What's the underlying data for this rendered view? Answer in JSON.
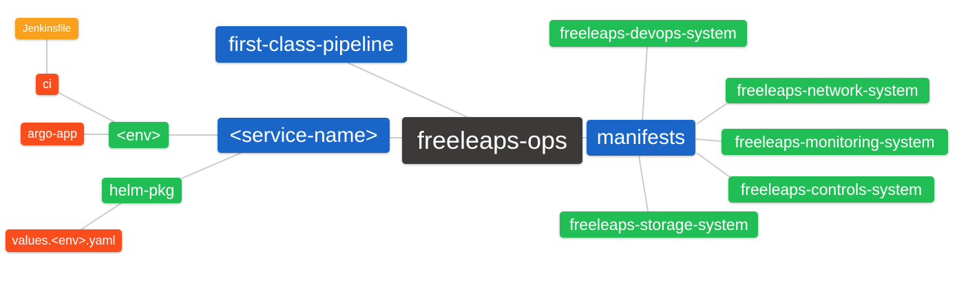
{
  "diagram": {
    "type": "mindmap",
    "root_label": "freeleaps-ops",
    "palette": {
      "root_bg": "#3c3938",
      "branch_bg": "#1966c8",
      "leaf_green_bg": "#20be55",
      "leaf_red_bg": "#f94d1d",
      "leaf_orange_bg": "#f9a11e",
      "edge": "#cccccc",
      "node_text": "#ffffff",
      "background": "#ffffff"
    },
    "nodes": {
      "freeleaps_ops": {
        "label": "freeleaps-ops",
        "color": "root"
      },
      "first_class_pipeline": {
        "label": "first-class-pipeline",
        "color": "blue"
      },
      "service_name": {
        "label": "<service-name>",
        "color": "blue"
      },
      "manifests": {
        "label": "manifests",
        "color": "blue"
      },
      "env": {
        "label": "<env>",
        "color": "green"
      },
      "helm_pkg": {
        "label": "helm-pkg",
        "color": "green"
      },
      "ci": {
        "label": "ci",
        "color": "red"
      },
      "jenkinsfile": {
        "label": "Jenkinsfile",
        "color": "orange"
      },
      "argo_app": {
        "label": "argo-app",
        "color": "red"
      },
      "values_env_yaml": {
        "label": "values.<env>.yaml",
        "color": "red"
      },
      "devops_system": {
        "label": "freeleaps-devops-system",
        "color": "green"
      },
      "network_system": {
        "label": "freeleaps-network-system",
        "color": "green"
      },
      "monitoring_system": {
        "label": "freeleaps-monitoring-system",
        "color": "green"
      },
      "controls_system": {
        "label": "freeleaps-controls-system",
        "color": "green"
      },
      "storage_system": {
        "label": "freeleaps-storage-system",
        "color": "green"
      }
    },
    "edges": [
      [
        "freeleaps_ops",
        "first_class_pipeline"
      ],
      [
        "freeleaps_ops",
        "service_name"
      ],
      [
        "freeleaps_ops",
        "manifests"
      ],
      [
        "service_name",
        "env"
      ],
      [
        "service_name",
        "helm_pkg"
      ],
      [
        "env",
        "ci"
      ],
      [
        "env",
        "argo_app"
      ],
      [
        "ci",
        "jenkinsfile"
      ],
      [
        "helm_pkg",
        "values_env_yaml"
      ],
      [
        "manifests",
        "devops_system"
      ],
      [
        "manifests",
        "network_system"
      ],
      [
        "manifests",
        "monitoring_system"
      ],
      [
        "manifests",
        "controls_system"
      ],
      [
        "manifests",
        "storage_system"
      ]
    ]
  }
}
